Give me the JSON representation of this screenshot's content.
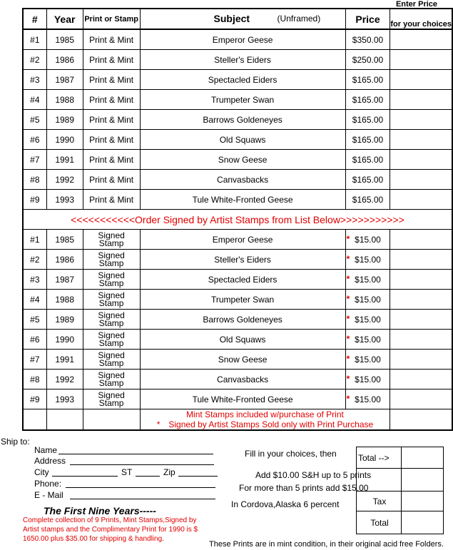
{
  "header": {
    "enter_price_top": "Enter Price",
    "col_num": "#",
    "col_year": "Year",
    "col_type": "Print or Stamp",
    "col_subject": "Subject",
    "col_unframed": "(Unframed)",
    "col_price": "Price",
    "col_enter": "for your choices"
  },
  "prints": [
    {
      "num": "#1",
      "year": "1985",
      "type": "Print & Mint",
      "subject": "Emperor Geese",
      "price": "$350.00"
    },
    {
      "num": "#2",
      "year": "1986",
      "type": "Print & Mint",
      "subject": "Steller's Eiders",
      "price": "$250.00"
    },
    {
      "num": "#3",
      "year": "1987",
      "type": "Print & Mint",
      "subject": "Spectacled Eiders",
      "price": "$165.00"
    },
    {
      "num": "#4",
      "year": "1988",
      "type": "Print & Mint",
      "subject": "Trumpeter Swan",
      "price": "$165.00"
    },
    {
      "num": "#5",
      "year": "1989",
      "type": "Print & Mint",
      "subject": "Barrows Goldeneyes",
      "price": "$165.00"
    },
    {
      "num": "#6",
      "year": "1990",
      "type": "Print & Mint",
      "subject": "Old Squaws",
      "price": "$165.00"
    },
    {
      "num": "#7",
      "year": "1991",
      "type": "Print & Mint",
      "subject": "Snow Geese",
      "price": "$165.00"
    },
    {
      "num": "#8",
      "year": "1992",
      "type": "Print & Mint",
      "subject": "Canvasbacks",
      "price": "$165.00"
    },
    {
      "num": "#9",
      "year": "1993",
      "type": "Print & Mint",
      "subject": "Tule White-Fronted Geese",
      "price": "$165.00"
    }
  ],
  "signed_banner": "<<<<<<<<<<<Order Signed by Artist Stamps from List Below>>>>>>>>>>>",
  "signed": [
    {
      "num": "#1",
      "year": "1985",
      "type_line1": "Signed",
      "type_line2": "Stamp",
      "subject": "Emperor Geese",
      "price": "$15.00"
    },
    {
      "num": "#2",
      "year": "1986",
      "type_line1": "Signed",
      "type_line2": "Stamp",
      "subject": "Steller's Eiders",
      "price": "$15.00"
    },
    {
      "num": "#3",
      "year": "1987",
      "type_line1": "Signed",
      "type_line2": "Stamp",
      "subject": "Spectacled Eiders",
      "price": "$15.00"
    },
    {
      "num": "#4",
      "year": "1988",
      "type_line1": "Signed",
      "type_line2": "Stamp",
      "subject": "Trumpeter Swan",
      "price": "$15.00"
    },
    {
      "num": "#5",
      "year": "1989",
      "type_line1": "Signed",
      "type_line2": "Stamp",
      "subject": "Barrows Goldeneyes",
      "price": "$15.00"
    },
    {
      "num": "#6",
      "year": "1990",
      "type_line1": "Signed",
      "type_line2": "Stamp",
      "subject": "Old Squaws",
      "price": "$15.00"
    },
    {
      "num": "#7",
      "year": "1991",
      "type_line1": "Signed",
      "type_line2": "Stamp",
      "subject": "Snow Geese",
      "price": "$15.00"
    },
    {
      "num": "#8",
      "year": "1992",
      "type_line1": "Signed",
      "type_line2": "Stamp",
      "subject": "Canvasbacks",
      "price": "$15.00"
    },
    {
      "num": "#9",
      "year": "1993",
      "type_line1": "Signed",
      "type_line2": "Stamp",
      "subject": "Tule White-Fronted Geese",
      "price": "$15.00"
    }
  ],
  "star": "*",
  "notes": {
    "line1": "Mint Stamps included w/purchase of Print",
    "line2": "Signed by Artist Stamps Sold only with Print Purchase"
  },
  "ship": {
    "label": "Ship to:",
    "name": "Name",
    "address": "Address",
    "city": "City",
    "st": "ST",
    "zip": "Zip",
    "phone": "Phone:",
    "email": "E - Mail"
  },
  "instructions": {
    "fill": "Fill in your choices, then",
    "sh1": "Add $10.00 S&H up to 5 prints",
    "sh2": "For more than 5 prints add $15.00",
    "tax": "In Cordova,Alaska 6 percent"
  },
  "totals": {
    "total_arrow": "Total -->",
    "tax": "Tax",
    "total": "Total"
  },
  "collection": {
    "title": "The First Nine Years-----",
    "text": "Complete collection of 9 Prints, Mint Stamps,Signed by Artist stamps and the Complimentary Print for 1990  is $ 1650.00 plus $35.00 for shipping & handling."
  },
  "condition": "These Prints are in mint condition, in their original acid free Folders.",
  "colors": {
    "accent_red": "#e00000"
  }
}
